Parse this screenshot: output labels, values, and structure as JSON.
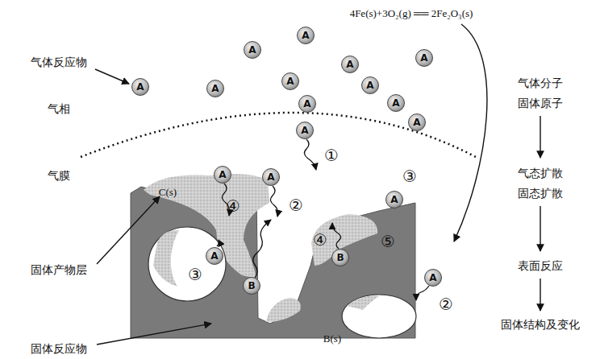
{
  "diagram": {
    "nodes": [
      {
        "text": [
          "A"
        ]
      },
      {
        "text": [
          "A"
        ]
      },
      {
        "text": [
          "A"
        ]
      },
      {
        "text": [
          "A"
        ]
      },
      {
        "text": [
          "A"
        ]
      },
      {
        "text": [
          "A"
        ]
      },
      {
        "text": [
          "A"
        ]
      },
      {
        "text": [
          "A"
        ]
      },
      {
        "text": [
          "A"
        ]
      },
      {
        "text": [
          "A"
        ]
      },
      {
        "text": [
          "A"
        ]
      },
      {
        "text": [
          "A"
        ]
      },
      {
        "text": [
          "A"
        ]
      },
      {
        "text": [
          "A"
        ]
      },
      {
        "text": [
          "A"
        ]
      },
      {
        "text": [
          "A"
        ]
      },
      {
        "text": [
          "A"
        ]
      },
      {
        "text": [
          "B"
        ]
      },
      {
        "text": [
          "B"
        ]
      }
    ],
    "labels": [
      "4Fe(s)+3O₂(g) ══ 2Fe₂O₃(s)",
      "气体反应物",
      "气相",
      "气膜",
      "固体产物层",
      "固体反应物",
      "气体分子",
      "固体原子",
      "气态扩散",
      "固态扩散",
      "表面反应",
      "固体结构及变化",
      "C(s)",
      "B(s)",
      "①",
      "②",
      "④",
      "③",
      "④",
      "⑤",
      "③",
      "②"
    ]
  }
}
